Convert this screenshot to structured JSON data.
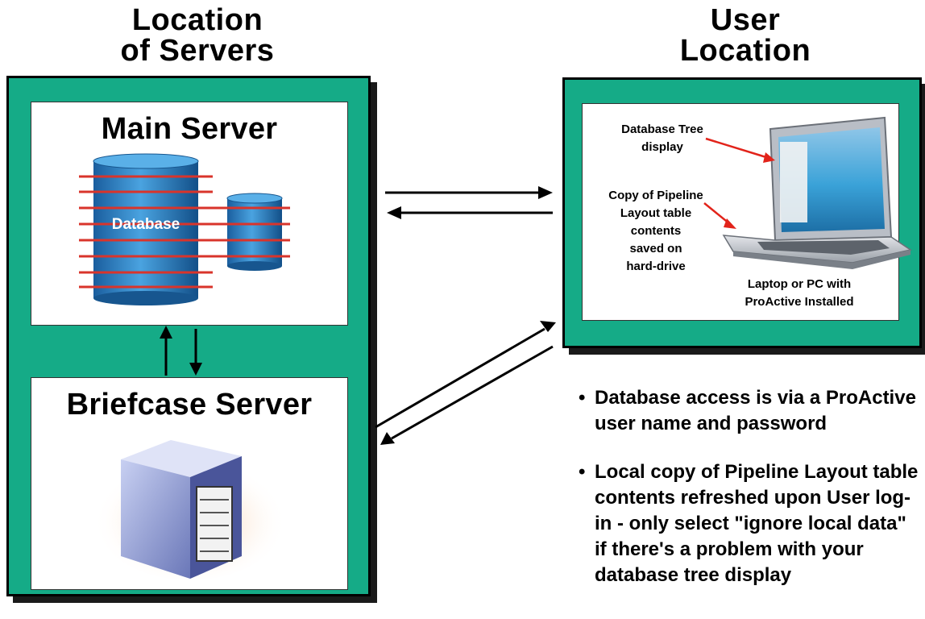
{
  "left_heading": [
    "Location",
    "of Servers"
  ],
  "right_heading": [
    "User",
    "Location"
  ],
  "main_server": {
    "title": "Main Server",
    "db_label": "Database"
  },
  "briefcase_server": {
    "title": "Briefcase Server"
  },
  "user_panel": {
    "tree_label": [
      "Database Tree",
      "display"
    ],
    "copy_label": [
      "Copy of Pipeline",
      "Layout table",
      "contents",
      "saved on",
      "hard-drive"
    ],
    "laptop_label": [
      "Laptop or PC with",
      "ProActive Installed"
    ]
  },
  "bullets": [
    "Database access is via a ProActive user name and password",
    "Local copy of Pipeline Layout table contents refreshed upon User log-in - only select \"ignore local data\" if there's a problem with your database tree display"
  ],
  "colors": {
    "panel": "#15ab87",
    "db_blue": "#1f73b8",
    "red_lines": "#d9342b"
  }
}
